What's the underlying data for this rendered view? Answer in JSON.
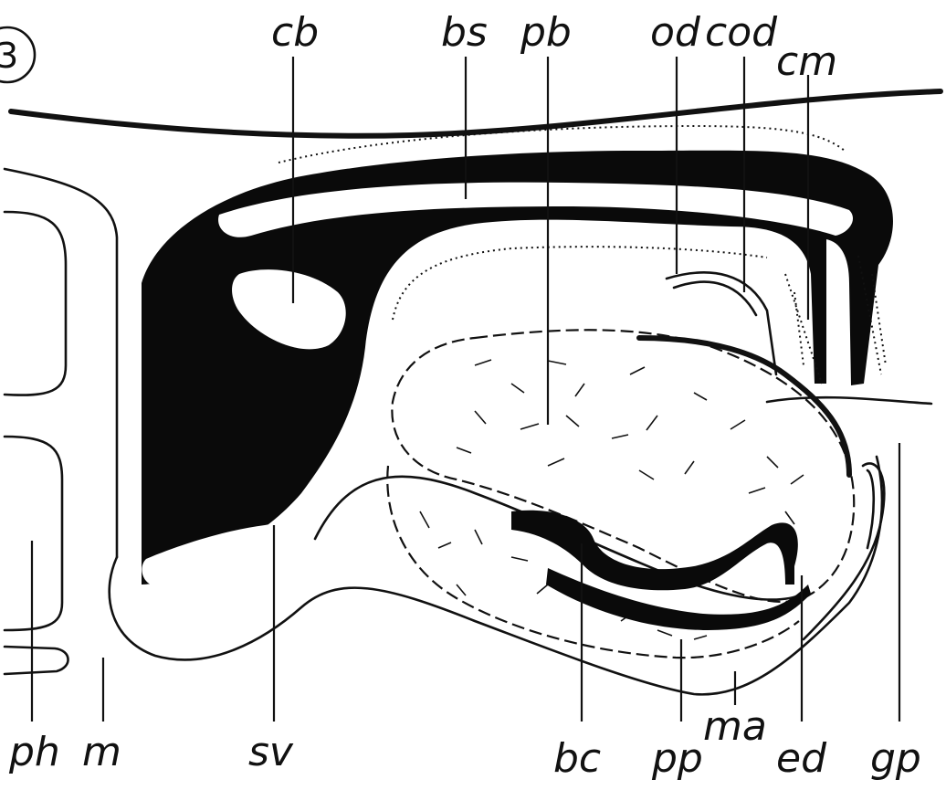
{
  "figure_number": "3",
  "labels": {
    "cb": "cb",
    "bs": "bs",
    "pb": "pb",
    "od": "od",
    "cod": "cod",
    "cm": "cm",
    "ph": "ph",
    "m": "m",
    "sv": "sv",
    "bc": "bc",
    "pp": "pp",
    "ma": "ma",
    "ed": "ed",
    "gp": "gp"
  },
  "colors": {
    "ink": "#0a0a0a",
    "paper": "#ffffff"
  }
}
